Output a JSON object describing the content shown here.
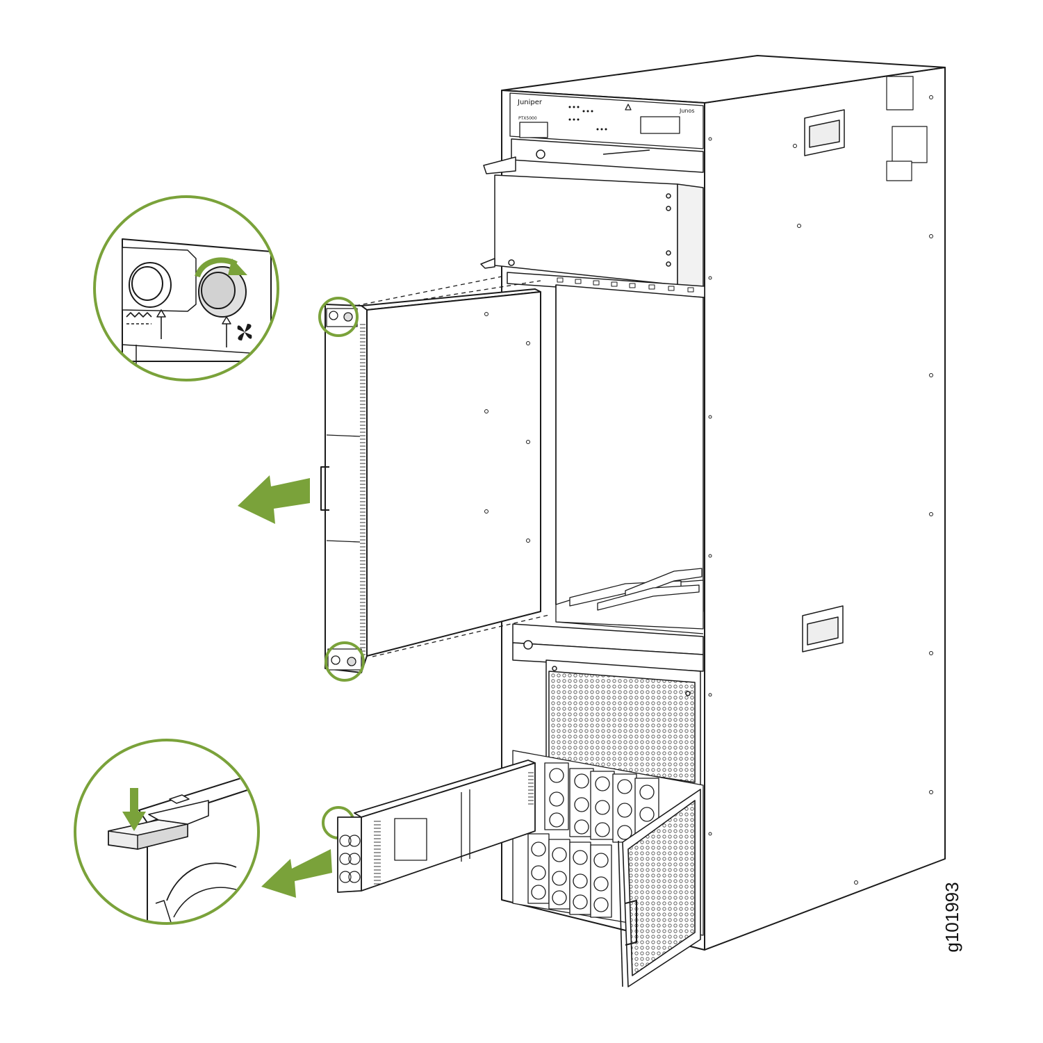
{
  "figure": {
    "figure_id": "g101993",
    "accent_color": "#7aa23a",
    "line_color": "#1a1a1a",
    "panel_fill": "#ffffff",
    "shade_fill": "#e8e8e8",
    "logo_text": "Juniper",
    "os_logo_text": "Junos",
    "model_text": "PTX5000",
    "callouts": [
      {
        "name": "thumbscrew-callout",
        "icons": [
          "airflow-icon",
          "fan-icon",
          "rotate-arrow-icon"
        ]
      },
      {
        "name": "release-latch-callout",
        "icons": [
          "down-arrow-icon"
        ]
      }
    ],
    "arrows": [
      "remove-panel-arrow",
      "remove-module-arrow"
    ]
  }
}
